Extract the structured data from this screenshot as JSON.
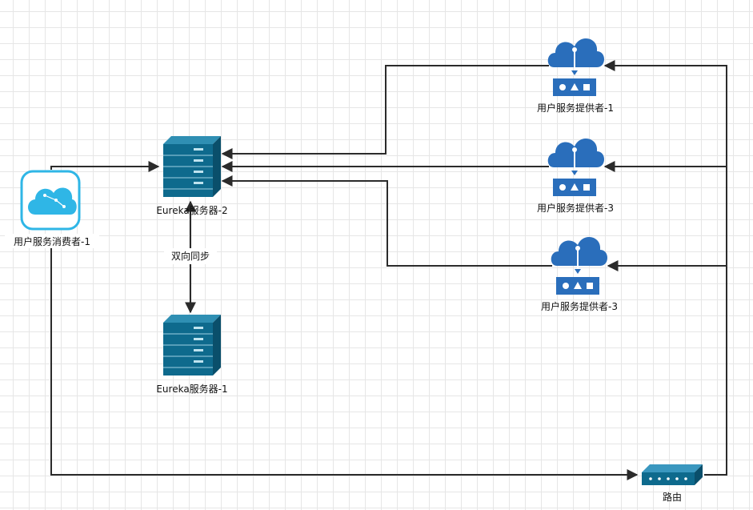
{
  "nodes": {
    "consumer": {
      "label": "用户服务消费者-1",
      "icon": "cloud-consumer-icon"
    },
    "eureka2": {
      "label": "Eureka服务器-2",
      "icon": "server-rack-icon"
    },
    "eureka1": {
      "label": "Eureka服务器-1",
      "icon": "server-rack-icon"
    },
    "provider1": {
      "label": "用户服务提供者-1",
      "icon": "cloud-service-icon"
    },
    "provider3a": {
      "label": "用户服务提供者-3",
      "icon": "cloud-service-icon"
    },
    "provider3b": {
      "label": "用户服务提供者-3",
      "icon": "cloud-service-icon"
    },
    "router": {
      "label": "路由",
      "icon": "router-icon"
    }
  },
  "edges": {
    "sync_label": "双向同步"
  },
  "colors": {
    "icon_blue": "#2a6ebb",
    "server_teal": "#0e6a8d",
    "consumer_cyan": "#2fb6e6",
    "line": "#2b2b2b"
  }
}
